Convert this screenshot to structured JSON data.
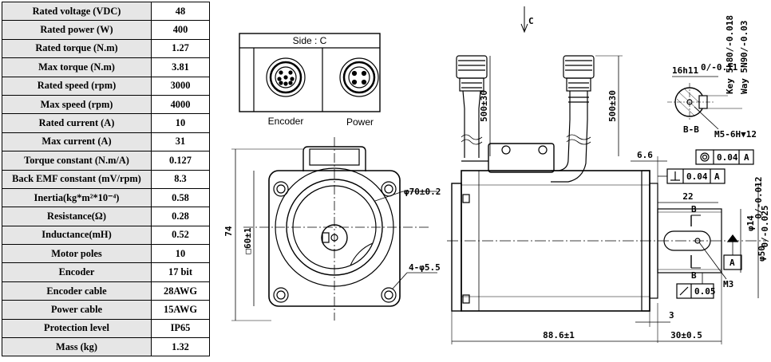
{
  "specs": [
    {
      "param": "Rated voltage (VDC)",
      "value": "48"
    },
    {
      "param": "Rated power (W)",
      "value": "400"
    },
    {
      "param": "Rated torque (N.m)",
      "value": "1.27"
    },
    {
      "param": "Max torque (N.m)",
      "value": "3.81"
    },
    {
      "param": "Rated speed (rpm)",
      "value": "3000"
    },
    {
      "param": "Max speed (rpm)",
      "value": "4000"
    },
    {
      "param": "Rated current (A)",
      "value": "10"
    },
    {
      "param": "Max current (A)",
      "value": "31"
    },
    {
      "param": "Torque constant (N.m/A)",
      "value": "0.127"
    },
    {
      "param": "Back EMF constant (mV/rpm)",
      "value": "8.3"
    },
    {
      "param": "Inertia(kg*m²*10⁻⁴)",
      "value": "0.58"
    },
    {
      "param": "Resistance(Ω)",
      "value": "0.28"
    },
    {
      "param": "Inductance(mH)",
      "value": "0.52"
    },
    {
      "param": "Motor poles",
      "value": "10"
    },
    {
      "param": "Encoder",
      "value": "17 bit"
    },
    {
      "param": "Encoder cable",
      "value": "28AWG"
    },
    {
      "param": "Power cable",
      "value": "15AWG"
    },
    {
      "param": "Protection level",
      "value": "IP65"
    },
    {
      "param": "Mass (kg)",
      "value": "1.32"
    }
  ],
  "drawing": {
    "side_label": "Side : C",
    "encoder_label": "Encoder",
    "power_label": "Power",
    "view_c": "C",
    "dim_74": "74",
    "dim_square": "□60±1",
    "dim_phi70": "φ70±0.2",
    "dim_holes": "4-φ5.5",
    "dim_cable_enc": "500±30",
    "dim_cable_pow": "500±30",
    "dim_6_6": "6.6",
    "dim_22": "22",
    "dim_shaft": "φ14",
    "dim_shaft_tol": "0/-0.012",
    "dim_pilot": "φ50",
    "dim_pilot_tol": "0/-0.025",
    "dim_3": "3",
    "dim_length": "88.6±1",
    "dim_30": "30±0.5",
    "section_b1": "B",
    "section_b2": "B",
    "m3": "M3",
    "section_bb": "B-B",
    "thread": "M5-6H▼12",
    "dim_16h11": "16h11",
    "dim_16h11_tol": "0/-0.11",
    "key_label": "Key 5h8",
    "key_tol": "0/-0.018",
    "way_label": "Way 5N9",
    "way_tol": "0/-0.03",
    "tol_concentric": "0.04",
    "tol_perp": "0.04",
    "tol_runout": "0.05",
    "datum_a": "A"
  }
}
